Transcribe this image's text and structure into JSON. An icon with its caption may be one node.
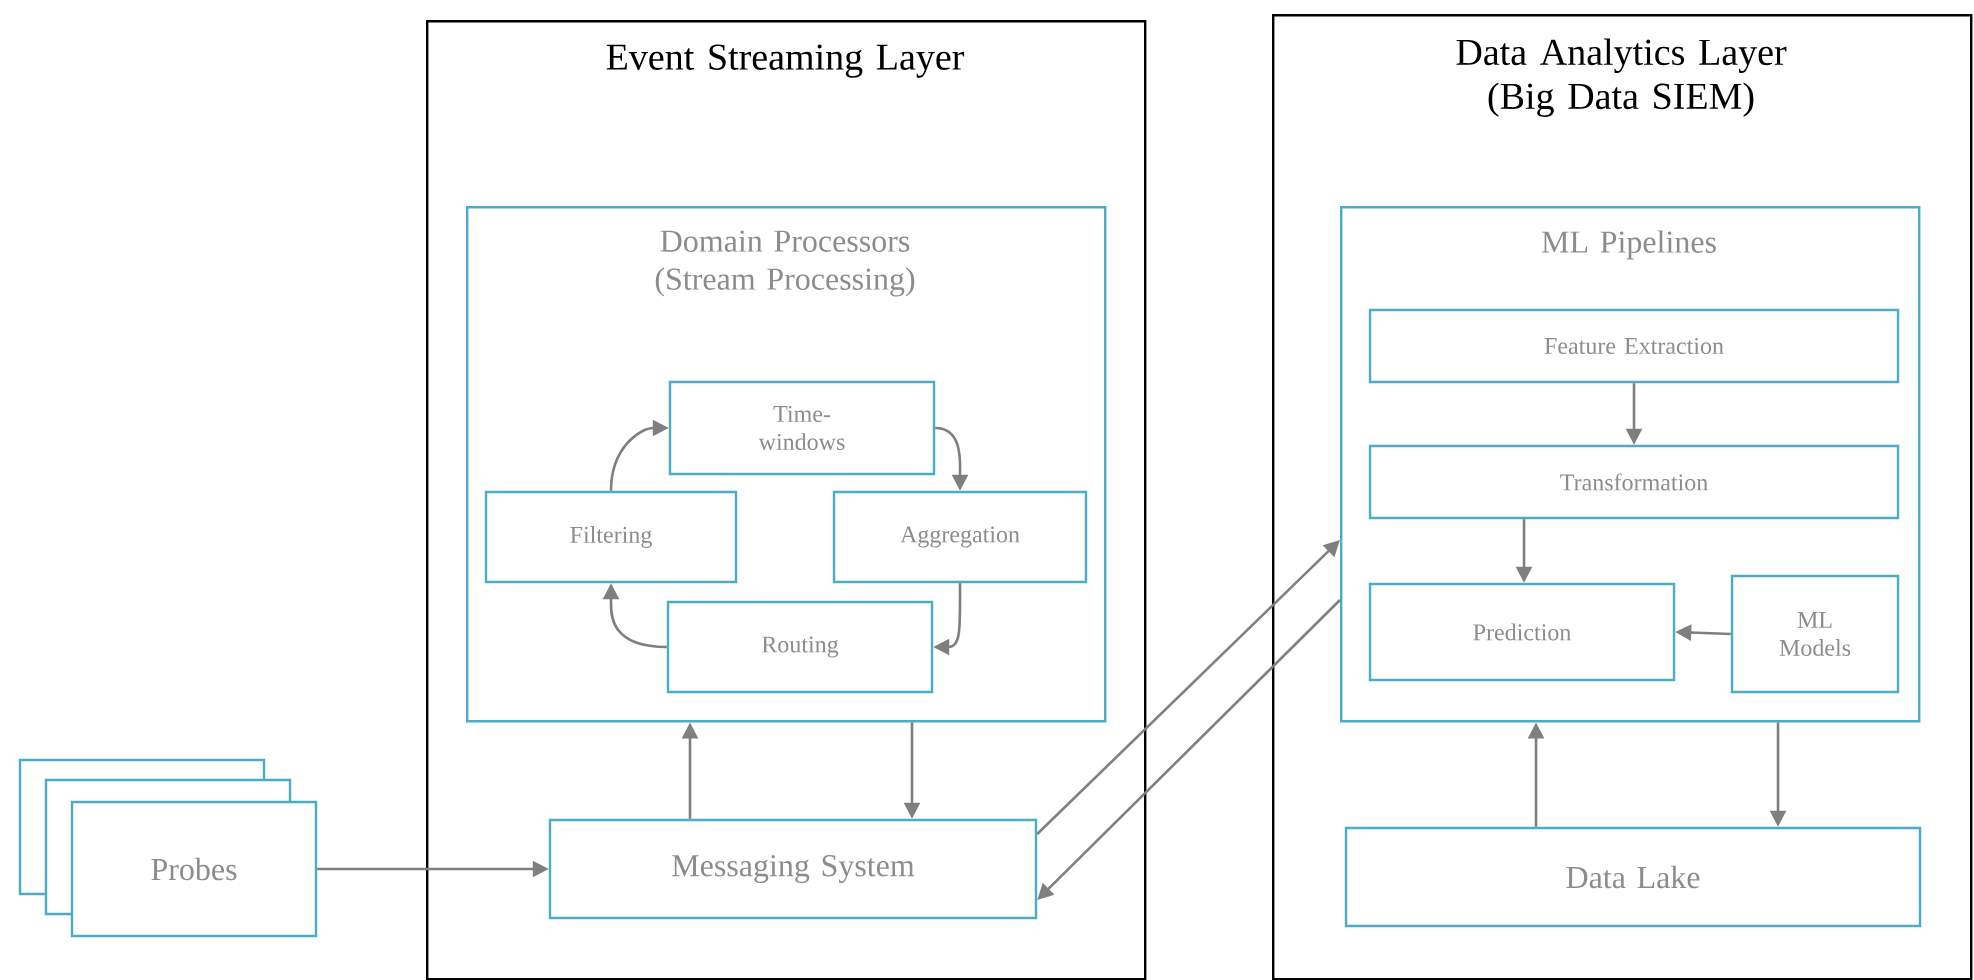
{
  "diagram": {
    "nodes": [
      {
        "text": [
          "Event Streaming Layer"
        ]
      },
      {
        "text": [
          "Data Analytics Layer (Big Data SIEM)"
        ]
      },
      {
        "text": [
          "Domain Processors (Stream Processing)"
        ],
        "in": 0
      },
      {
        "text": [
          "Time-windows"
        ],
        "in": 2
      },
      {
        "text": [
          "Filtering"
        ],
        "in": 2
      },
      {
        "text": [
          "Aggregation"
        ],
        "in": 2
      },
      {
        "text": [
          "Routing"
        ],
        "in": 2
      },
      {
        "text": [
          "Messaging System"
        ],
        "in": 0
      },
      {
        "text": [
          "ML Pipelines"
        ],
        "in": 1
      },
      {
        "text": [
          "Feature Extraction"
        ],
        "in": 8
      },
      {
        "text": [
          "Transformation"
        ],
        "in": 8
      },
      {
        "text": [
          "Prediction"
        ],
        "in": 8
      },
      {
        "text": [
          "ML Models"
        ],
        "in": 8
      },
      {
        "text": [
          "Data Lake"
        ],
        "in": 1
      },
      {
        "text": [
          "Probes"
        ]
      }
    ],
    "edges": [
      {
        "from": 4,
        "to": 3,
        "arrow": "to"
      },
      {
        "from": 3,
        "to": 5,
        "arrow": "to"
      },
      {
        "from": 5,
        "to": 6,
        "arrow": "to"
      },
      {
        "from": 6,
        "to": 4,
        "arrow": "to"
      },
      {
        "from": 14,
        "to": 7,
        "arrow": "to"
      },
      {
        "from": 7,
        "to": 2,
        "arrow": "to"
      },
      {
        "from": 2,
        "to": 7,
        "arrow": "to"
      },
      {
        "from": 7,
        "to": 8,
        "arrow": "to"
      },
      {
        "from": 8,
        "to": 7,
        "arrow": "to"
      },
      {
        "from": 9,
        "to": 10,
        "arrow": "to"
      },
      {
        "from": 10,
        "to": 11,
        "arrow": "to"
      },
      {
        "from": 12,
        "to": 11,
        "arrow": "to"
      },
      {
        "from": 13,
        "to": 8,
        "arrow": "to"
      },
      {
        "from": 8,
        "to": 13,
        "arrow": "to"
      }
    ]
  }
}
